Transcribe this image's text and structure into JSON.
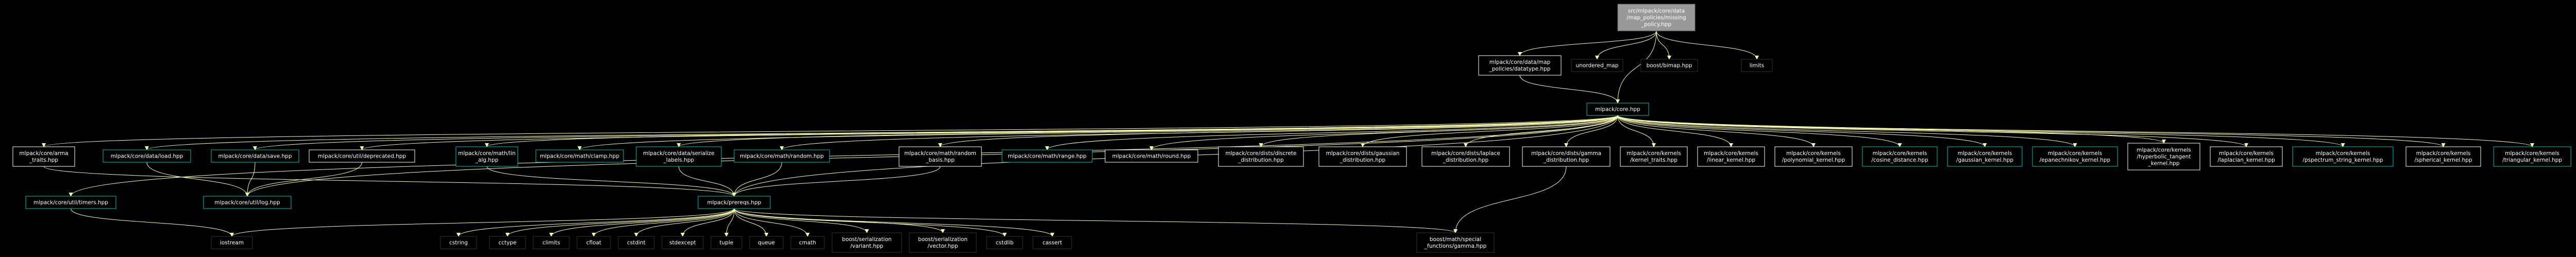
{
  "colors": {
    "background": "#000000",
    "node_border_default": "#ffffff",
    "node_border_documented": "#00c0c0",
    "root_fill": "#999999",
    "root_border": "#666666",
    "node_text": "#ffffff",
    "root_text": "#000000",
    "edge": "#ffffb0"
  },
  "root": {
    "id": "root",
    "lines": [
      "src/mlpack/core/data",
      "/map_policies/missing",
      "_policy.hpp"
    ]
  },
  "nodes": [
    {
      "id": "datatype",
      "lines": [
        "mlpack/core/data/map",
        "_policies/datatype.hpp"
      ],
      "style": "default"
    },
    {
      "id": "unordered_map",
      "lines": [
        "unordered_map"
      ],
      "style": "plain"
    },
    {
      "id": "bimap",
      "lines": [
        "boost/bimap.hpp"
      ],
      "style": "plain"
    },
    {
      "id": "limits",
      "lines": [
        "limits"
      ],
      "style": "plain"
    },
    {
      "id": "core",
      "lines": [
        "mlpack/core.hpp"
      ],
      "style": "documented"
    },
    {
      "id": "arma_traits",
      "lines": [
        "mlpack/core/arma",
        "_traits.hpp"
      ],
      "style": "default"
    },
    {
      "id": "load",
      "lines": [
        "mlpack/core/data/load.hpp"
      ],
      "style": "documented"
    },
    {
      "id": "save",
      "lines": [
        "mlpack/core/data/save.hpp"
      ],
      "style": "documented"
    },
    {
      "id": "deprecated",
      "lines": [
        "mlpack/core/util/deprecated.hpp"
      ],
      "style": "default"
    },
    {
      "id": "lin_alg",
      "lines": [
        "mlpack/core/math/lin",
        "_alg.hpp"
      ],
      "style": "documented"
    },
    {
      "id": "clamp",
      "lines": [
        "mlpack/core/math/clamp.hpp"
      ],
      "style": "documented"
    },
    {
      "id": "serialize",
      "lines": [
        "mlpack/core/data/serialize",
        "_labels.hpp"
      ],
      "style": "documented"
    },
    {
      "id": "random",
      "lines": [
        "mlpack/core/math/random.hpp"
      ],
      "style": "documented"
    },
    {
      "id": "random_basis",
      "lines": [
        "mlpack/core/math/random",
        "_basis.hpp"
      ],
      "style": "default"
    },
    {
      "id": "range",
      "lines": [
        "mlpack/core/math/range.hpp"
      ],
      "style": "documented"
    },
    {
      "id": "round",
      "lines": [
        "mlpack/core/math/round.hpp"
      ],
      "style": "default"
    },
    {
      "id": "discrete",
      "lines": [
        "mlpack/core/dists/discrete",
        "_distribution.hpp"
      ],
      "style": "default"
    },
    {
      "id": "gaussian_dist",
      "lines": [
        "mlpack/core/dists/gaussian",
        "_distribution.hpp"
      ],
      "style": "default"
    },
    {
      "id": "laplace",
      "lines": [
        "mlpack/core/dists/laplace",
        "_distribution.hpp"
      ],
      "style": "default"
    },
    {
      "id": "gamma_dist",
      "lines": [
        "mlpack/core/dists/gamma",
        "_distribution.hpp"
      ],
      "style": "default"
    },
    {
      "id": "kernel_traits",
      "lines": [
        "mlpack/core/kernels",
        "/kernel_traits.hpp"
      ],
      "style": "default"
    },
    {
      "id": "linear_kernel",
      "lines": [
        "mlpack/core/kernels",
        "/linear_kernel.hpp"
      ],
      "style": "default"
    },
    {
      "id": "polynomial",
      "lines": [
        "mlpack/core/kernels",
        "/polynomial_kernel.hpp"
      ],
      "style": "default"
    },
    {
      "id": "cosine",
      "lines": [
        "mlpack/core/kernels",
        "/cosine_distance.hpp"
      ],
      "style": "documented"
    },
    {
      "id": "gaussian_kernel",
      "lines": [
        "mlpack/core/kernels",
        "/gaussian_kernel.hpp"
      ],
      "style": "documented"
    },
    {
      "id": "epanechnikov",
      "lines": [
        "mlpack/core/kernels",
        "/epanechnikov_kernel.hpp"
      ],
      "style": "documented"
    },
    {
      "id": "hyperbolic",
      "lines": [
        "mlpack/core/kernels",
        "/hyperbolic_tangent",
        "_kernel.hpp"
      ],
      "style": "default"
    },
    {
      "id": "laplacian",
      "lines": [
        "mlpack/core/kernels",
        "/laplacian_kernel.hpp"
      ],
      "style": "default"
    },
    {
      "id": "pspectrum",
      "lines": [
        "mlpack/core/kernels",
        "/pspectrum_string_kernel.hpp"
      ],
      "style": "documented"
    },
    {
      "id": "spherical",
      "lines": [
        "mlpack/core/kernels",
        "/spherical_kernel.hpp"
      ],
      "style": "default"
    },
    {
      "id": "triangular",
      "lines": [
        "mlpack/core/kernels",
        "/triangular_kernel.hpp"
      ],
      "style": "documented"
    },
    {
      "id": "timers",
      "lines": [
        "mlpack/core/util/timers.hpp"
      ],
      "style": "documented"
    },
    {
      "id": "log",
      "lines": [
        "mlpack/core/util/log.hpp"
      ],
      "style": "documented"
    },
    {
      "id": "prereqs",
      "lines": [
        "mlpack/prereqs.hpp"
      ],
      "style": "documented"
    },
    {
      "id": "iostream",
      "lines": [
        "iostream"
      ],
      "style": "plain"
    },
    {
      "id": "cstring",
      "lines": [
        "cstring"
      ],
      "style": "plain"
    },
    {
      "id": "cctype",
      "lines": [
        "cctype"
      ],
      "style": "plain"
    },
    {
      "id": "climits",
      "lines": [
        "climits"
      ],
      "style": "plain"
    },
    {
      "id": "cfloat",
      "lines": [
        "cfloat"
      ],
      "style": "plain"
    },
    {
      "id": "cstdint",
      "lines": [
        "cstdint"
      ],
      "style": "plain"
    },
    {
      "id": "stdexcept",
      "lines": [
        "stdexcept"
      ],
      "style": "plain"
    },
    {
      "id": "tuple",
      "lines": [
        "tuple"
      ],
      "style": "plain"
    },
    {
      "id": "queue",
      "lines": [
        "queue"
      ],
      "style": "plain"
    },
    {
      "id": "cmath",
      "lines": [
        "cmath"
      ],
      "style": "plain"
    },
    {
      "id": "ser_variant",
      "lines": [
        "boost/serialization",
        "/variant.hpp"
      ],
      "style": "plain"
    },
    {
      "id": "ser_vector",
      "lines": [
        "boost/serialization",
        "/vector.hpp"
      ],
      "style": "plain"
    },
    {
      "id": "cstdlib",
      "lines": [
        "cstdlib"
      ],
      "style": "plain"
    },
    {
      "id": "cassert",
      "lines": [
        "cassert"
      ],
      "style": "plain"
    },
    {
      "id": "gamma_special",
      "lines": [
        "boost/math/special",
        "_functions/gamma.hpp"
      ],
      "style": "plain"
    }
  ],
  "edges": [
    [
      "root",
      "datatype"
    ],
    [
      "root",
      "unordered_map"
    ],
    [
      "root",
      "bimap"
    ],
    [
      "root",
      "limits"
    ],
    [
      "root",
      "core"
    ],
    [
      "datatype",
      "core"
    ],
    [
      "core",
      "arma_traits"
    ],
    [
      "core",
      "load"
    ],
    [
      "core",
      "save"
    ],
    [
      "core",
      "deprecated"
    ],
    [
      "core",
      "lin_alg"
    ],
    [
      "core",
      "clamp"
    ],
    [
      "core",
      "serialize"
    ],
    [
      "core",
      "random"
    ],
    [
      "core",
      "random_basis"
    ],
    [
      "core",
      "range"
    ],
    [
      "core",
      "round"
    ],
    [
      "core",
      "discrete"
    ],
    [
      "core",
      "gaussian_dist"
    ],
    [
      "core",
      "laplace"
    ],
    [
      "core",
      "gamma_dist"
    ],
    [
      "core",
      "kernel_traits"
    ],
    [
      "core",
      "linear_kernel"
    ],
    [
      "core",
      "polynomial"
    ],
    [
      "core",
      "cosine"
    ],
    [
      "core",
      "gaussian_kernel"
    ],
    [
      "core",
      "epanechnikov"
    ],
    [
      "core",
      "hyperbolic"
    ],
    [
      "core",
      "laplacian"
    ],
    [
      "core",
      "pspectrum"
    ],
    [
      "core",
      "spherical"
    ],
    [
      "core",
      "triangular"
    ],
    [
      "core",
      "timers"
    ],
    [
      "core",
      "log"
    ],
    [
      "core",
      "prereqs"
    ],
    [
      "load",
      "log"
    ],
    [
      "save",
      "log"
    ],
    [
      "deprecated",
      "log"
    ],
    [
      "timers",
      "iostream"
    ],
    [
      "lin_alg",
      "prereqs"
    ],
    [
      "serialize",
      "prereqs"
    ],
    [
      "random",
      "prereqs"
    ],
    [
      "random_basis",
      "prereqs"
    ],
    [
      "arma_traits",
      "prereqs"
    ],
    [
      "gamma_dist",
      "gamma_special"
    ],
    [
      "prereqs",
      "iostream"
    ],
    [
      "prereqs",
      "cstring"
    ],
    [
      "prereqs",
      "cctype"
    ],
    [
      "prereqs",
      "climits"
    ],
    [
      "prereqs",
      "cfloat"
    ],
    [
      "prereqs",
      "cstdint"
    ],
    [
      "prereqs",
      "stdexcept"
    ],
    [
      "prereqs",
      "tuple"
    ],
    [
      "prereqs",
      "queue"
    ],
    [
      "prereqs",
      "cmath"
    ],
    [
      "prereqs",
      "ser_variant"
    ],
    [
      "prereqs",
      "ser_vector"
    ],
    [
      "prereqs",
      "cstdlib"
    ],
    [
      "prereqs",
      "cassert"
    ],
    [
      "prereqs",
      "gamma_special"
    ]
  ]
}
